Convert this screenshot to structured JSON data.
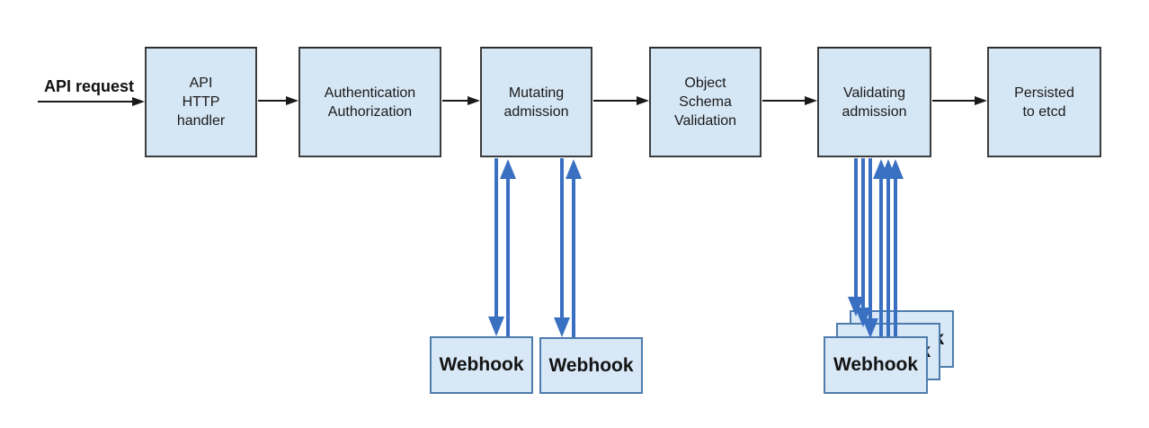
{
  "diagram": {
    "kind": "flowchart",
    "input_label": "API request",
    "stages": [
      {
        "id": "api-http-handler",
        "lines": [
          "API",
          "HTTP",
          "handler"
        ]
      },
      {
        "id": "authentication-authorization",
        "lines": [
          "Authentication",
          "Authorization"
        ]
      },
      {
        "id": "mutating-admission",
        "lines": [
          "Mutating",
          "admission"
        ]
      },
      {
        "id": "object-schema-validation",
        "lines": [
          "Object",
          "Schema",
          "Validation"
        ]
      },
      {
        "id": "validating-admission",
        "lines": [
          "Validating",
          "admission"
        ]
      },
      {
        "id": "persisted-to-etcd",
        "lines": [
          "Persisted",
          "to etcd"
        ]
      }
    ],
    "webhooks": {
      "mutating": [
        "Webhook",
        "Webhook"
      ],
      "validating": [
        "Webhook"
      ]
    },
    "connections": [
      {
        "from": "api-request-label",
        "to": "api-http-handler",
        "style": "black-arrow"
      },
      {
        "from": "api-http-handler",
        "to": "authentication-authorization",
        "style": "black-arrow"
      },
      {
        "from": "authentication-authorization",
        "to": "mutating-admission",
        "style": "black-arrow"
      },
      {
        "from": "mutating-admission",
        "to": "object-schema-validation",
        "style": "black-arrow"
      },
      {
        "from": "object-schema-validation",
        "to": "validating-admission",
        "style": "black-arrow"
      },
      {
        "from": "validating-admission",
        "to": "persisted-to-etcd",
        "style": "black-arrow"
      },
      {
        "from": "mutating-admission",
        "to": "mutating-webhook-1",
        "style": "blue-down-up-pair"
      },
      {
        "from": "mutating-admission",
        "to": "mutating-webhook-2",
        "style": "blue-down-up-pair"
      },
      {
        "from": "validating-admission",
        "to": "validating-webhook-stack",
        "style": "blue-down-up-triple"
      }
    ],
    "colors": {
      "node_fill": "#d5e6f4",
      "node_border": "#3d3d3d",
      "webhook_fill": "#d8e8f6",
      "webhook_border": "#4d7cad",
      "flow_arrow": "#1a1a1a",
      "webhook_arrow": "#3a70c2",
      "background": "#ffffff"
    }
  }
}
